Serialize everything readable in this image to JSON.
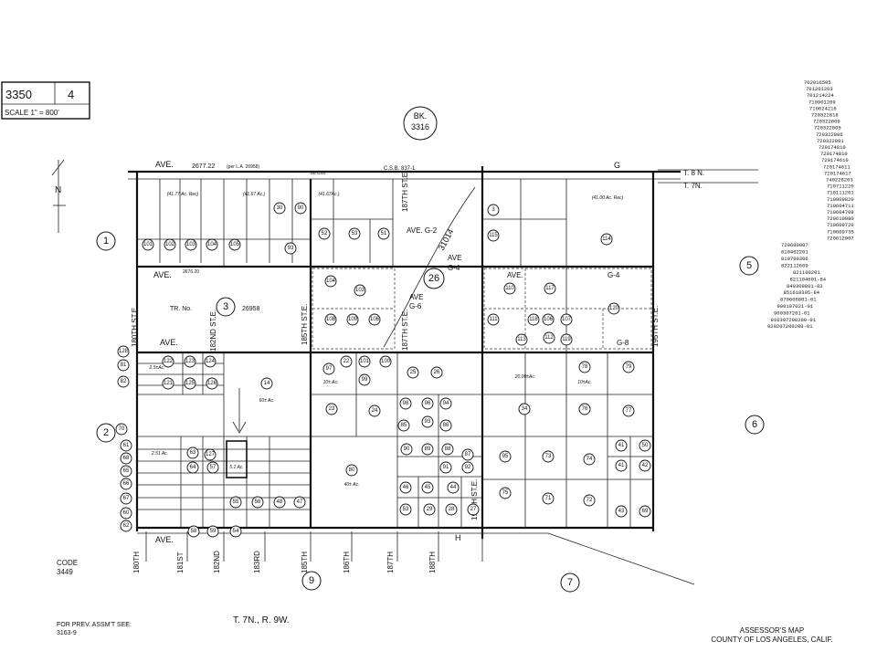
{
  "header": {
    "book": "3350",
    "page": "4",
    "scale": "SCALE 1\" = 800'",
    "bk_ref": {
      "line1": "BK.",
      "line2": "3316"
    }
  },
  "footer": {
    "code_label": "CODE",
    "code_value": "3449",
    "prev_label": "FOR PREV. ASSM'T SEE:",
    "prev_value": "3163-9",
    "township": "T. 7N., R. 9W.",
    "publisher_1": "ASSESSOR'S MAP",
    "publisher_2": "COUNTY OF LOS ANGELES, CALIF."
  },
  "township_lines": {
    "north": "T. 8 N.",
    "south": "T. 7N."
  },
  "north_letter": "N",
  "streets": {
    "top_ave": "AVE.",
    "top_g": "G",
    "top_dim": "2677.22",
    "top_note": "(per L.A. 26958)",
    "chs": "80 Chs.",
    "csb": "C.S.B. 837-1",
    "mid_ave": "AVE.",
    "mid_ave_dim": "2676.20",
    "ave_g2": "AVE. G-2",
    "ave_g4_a": "AVE",
    "ave_g4_b": "G-4",
    "ave_g4_c": "AVE.",
    "ave_g4_d": "G-4",
    "ave_g6_a": "AVE",
    "ave_g6_b": "G-6",
    "low_ave": "AVE.",
    "ave_g8": "G-8",
    "bottom_ave": "AVE.",
    "bottom_h": "H",
    "tr_no": "TR.   No.",
    "tr_num": "26958",
    "st_180": "180TH ST.E.",
    "st_182": "182ND ST.E.",
    "st_185": "185TH ST.E.",
    "st_187": "187TH ST.E.",
    "st_187t": "187TH ST.E.",
    "st_190": "190TH ST.E.",
    "st_195": "195TH ST.E.",
    "rd_31014": "31014",
    "bot_180": "180TH",
    "bot_181": "181ST",
    "bot_182": "182ND",
    "bot_183": "183RD",
    "bot_185": "185TH",
    "bot_186": "186TH",
    "bot_187": "187TH",
    "bot_188": "188TH",
    "bot_ste": "ST.E."
  },
  "map_sheets": [
    {
      "label": "1"
    },
    {
      "label": "2"
    },
    {
      "label": "3"
    },
    {
      "label": "5"
    },
    {
      "label": "6"
    },
    {
      "label": "7"
    },
    {
      "label": "9"
    },
    {
      "label": "26"
    }
  ],
  "acreage": [
    "(41.77 Ac. Rec)",
    "(41.67 Ac.)",
    "(41.67Ac.)",
    "(41.00 Ac. Rec)",
    "60± Ac.",
    "10± Ac.",
    "40± Ac.",
    "10±Ac.",
    "20.00±Ac.",
    "2.5±Ac.",
    "5.1 Ac.",
    "2.51 Ac."
  ],
  "parcels": [
    "101",
    "102",
    "103",
    "104",
    "105",
    "30",
    "90",
    "93",
    "52",
    "53",
    "51",
    "3",
    "117",
    "114",
    "115",
    "103",
    "106",
    "120",
    "104",
    "118",
    "106",
    "107",
    "108",
    "109",
    "110",
    "111",
    "119",
    "112",
    "113",
    "121",
    "122",
    "123",
    "124",
    "125",
    "126",
    "127",
    "128",
    "14",
    "81",
    "82",
    "23",
    "24",
    "25",
    "26",
    "34",
    "76",
    "77",
    "78",
    "79",
    "80",
    "22",
    "101",
    "100",
    "97",
    "99",
    "98",
    "96",
    "94",
    "93",
    "95",
    "73",
    "74",
    "75",
    "71",
    "72",
    "41",
    "50",
    "41",
    "42",
    "43",
    "69",
    "70",
    "61",
    "68",
    "65",
    "66",
    "67",
    "60",
    "62",
    "63",
    "64",
    "57",
    "58",
    "59",
    "54",
    "55",
    "56",
    "48",
    "47",
    "46",
    "45",
    "44",
    "53",
    "29",
    "28",
    "27",
    "85",
    "86",
    "87",
    "88",
    "89",
    "90",
    "91",
    "92"
  ],
  "index_numbers": [
    "702016505",
    "701201203",
    "701214224",
    "710901209",
    "710624216",
    "720322818",
    "720322809",
    "720322805",
    "720322806",
    "720322801",
    "720174810",
    "720174810",
    "720174610",
    "720174611",
    "720174617",
    "740228203",
    "710711220",
    "710111201",
    "710909820",
    "710604711",
    "710604709",
    "720610980",
    "710609720",
    "710609735",
    "720612907",
    "720600907",
    "810402201",
    "810700306",
    "822112609",
    "821100201",
    "821104601-84",
    "840309801-83",
    "851618305-84",
    "870606801-01",
    "900107021-01",
    "900307201-01",
    "910307200200-01",
    "920207200200-01"
  ]
}
